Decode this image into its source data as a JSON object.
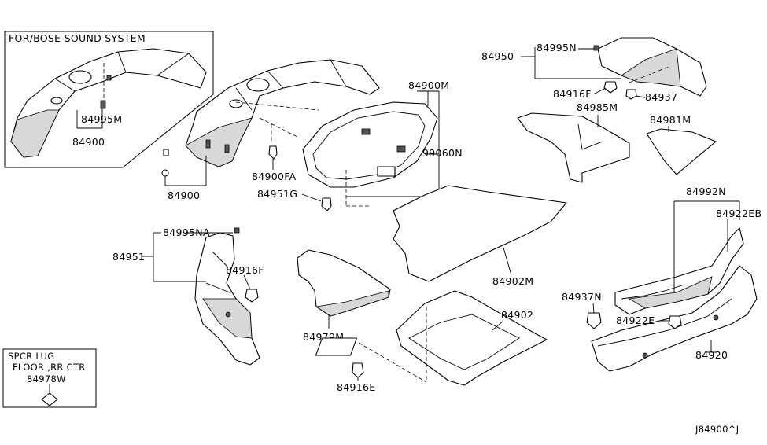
{
  "bose_box": {
    "title": "FOR/BOSE SOUND SYSTEM"
  },
  "spcr_box": {
    "line1": "SPCR LUG",
    "line2": "FLOOR ,RR CTR",
    "part": "84978W"
  },
  "labels": {
    "p84995M": "84995M",
    "p84900_bose": "84900",
    "p84900": "84900",
    "p84900FA": "84900FA",
    "p84951G": "84951G",
    "p84900M": "84900M",
    "p99060N": "99060N",
    "p84950": "84950",
    "p84995N": "84995N",
    "p84916F_top": "84916F",
    "p84937": "84937",
    "p84985M": "84985M",
    "p84981M": "84981M",
    "p84995NA": "84995NA",
    "p84951": "84951",
    "p84916F": "84916F",
    "p84902M": "84902M",
    "p84979M": "84979M",
    "p84902": "84902",
    "p84916E": "84916E",
    "p84992N": "84992N",
    "p84922EB": "84922EB",
    "p84937N": "84937N",
    "p84922E": "84922E",
    "p84920": "84920",
    "diagram_id": "J84900^J"
  }
}
